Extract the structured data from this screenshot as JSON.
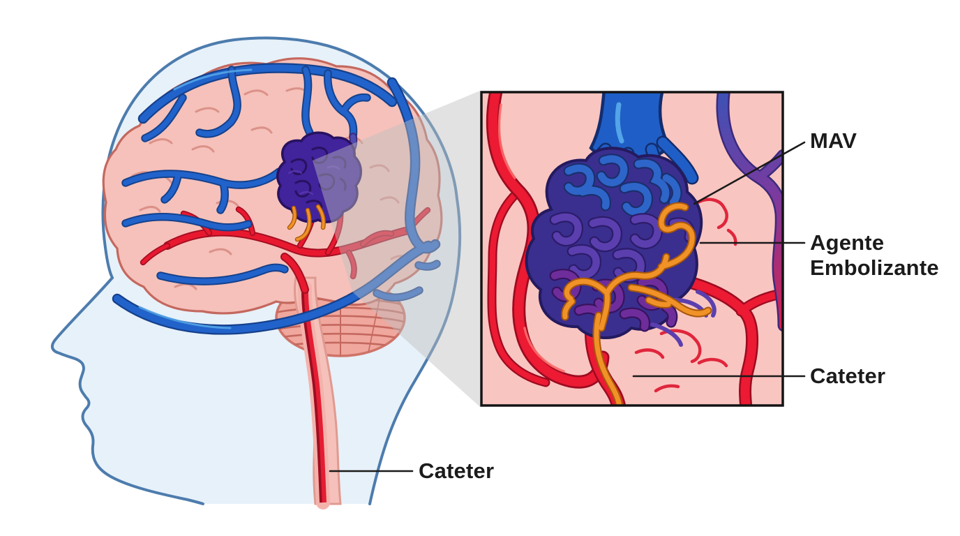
{
  "diagram": {
    "title_visible": "",
    "labels": {
      "mav": "MAV",
      "agente_embolizante": "Agente Embolizante",
      "cateter_inset": "Cateter",
      "cateter_neck": "Cateter"
    },
    "colors": {
      "background": "#ffffff",
      "head_fill": "#e7f1f9",
      "head_outline": "#4d7cad",
      "brain_fill": "#f5c1ba",
      "brain_outline": "#c4685f",
      "gyri_line": "#db9189",
      "cerebellum_fill": "#f0a79d",
      "cerebellum_line": "#c4685f",
      "vein_blue": "#2163cb",
      "vein_blue_dark": "#16418c",
      "vein_highlight": "#53a4e8",
      "artery_red": "#e8192f",
      "artery_red_dark": "#9c0b20",
      "avm_purple": "#41239b",
      "avm_purple_dark": "#281260",
      "tangle_blue": "#2e65c8",
      "tangle_purple": "#5b3fae",
      "tangle_dark_purple": "#6f2d9b",
      "embolic_orange": "#f09227",
      "embolic_orange_dark": "#a8570b",
      "inset_background": "#f9c5c1",
      "inset_border": "#141414",
      "zoom_wedge": "#bfbfbf",
      "pointer_line": "#1a1a1a",
      "label_text": "#1b1b1b"
    }
  }
}
